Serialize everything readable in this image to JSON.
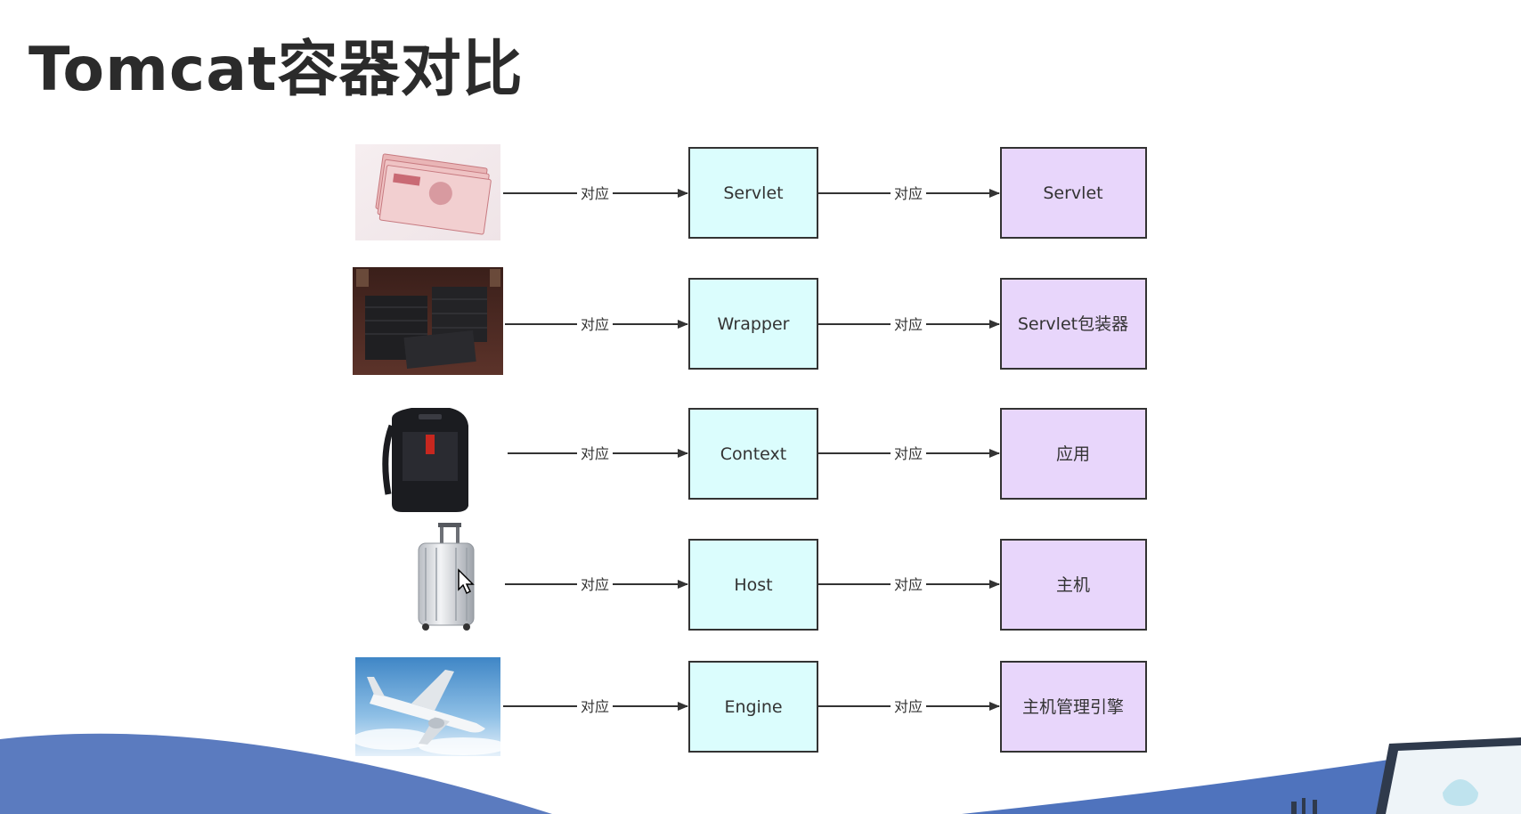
{
  "title": "Tomcat容器对比",
  "edge_label": "对应",
  "rows": [
    {
      "image": "banknotes-image",
      "middle": "Servlet",
      "right": "Servlet"
    },
    {
      "image": "wallet-image",
      "middle": "Wrapper",
      "right": "Servlet包装器"
    },
    {
      "image": "backpack-image",
      "middle": "Context",
      "right": "应用"
    },
    {
      "image": "suitcase-image",
      "middle": "Host",
      "right": "主机"
    },
    {
      "image": "airplane-image",
      "middle": "Engine",
      "right": "主机管理引擎"
    }
  ],
  "colors": {
    "middle_fill": "#dbfdfd",
    "right_fill": "#e8d6fb",
    "stroke": "#333333",
    "footer_wave": "#5b7bbf"
  }
}
